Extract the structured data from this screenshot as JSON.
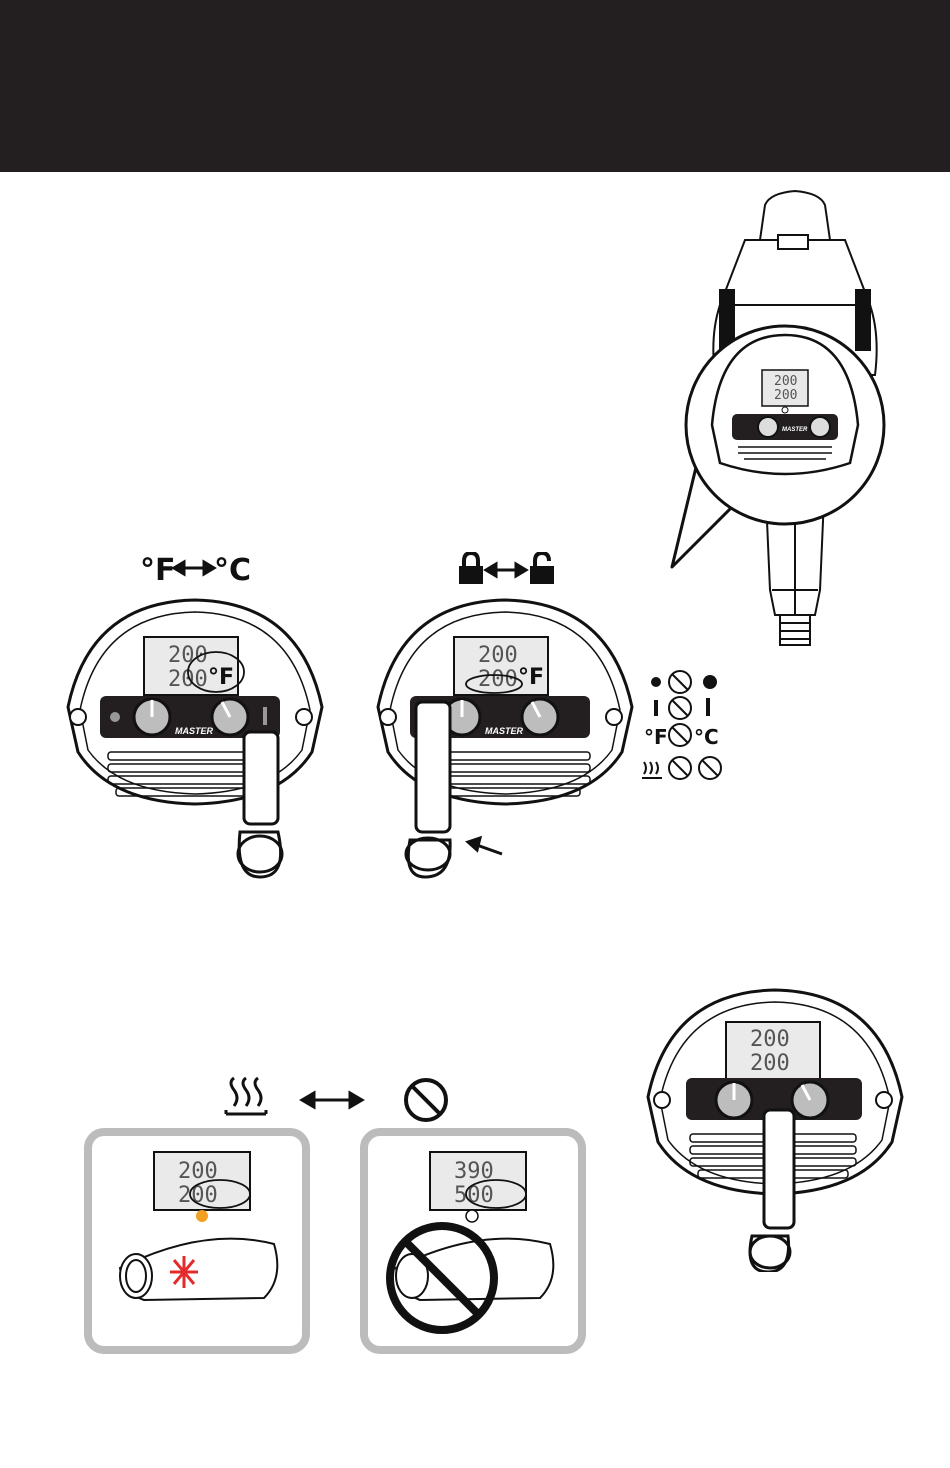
{
  "header": {
    "background": "#231f20"
  },
  "brand": "MASTER",
  "accent_color": "#f2a01f",
  "lcd": {
    "main": {
      "line1": "200",
      "line2": "200",
      "unit": "°F"
    },
    "small": {
      "line1": "200",
      "line2": "200"
    },
    "gun": {
      "line1": "200",
      "line2": "200"
    },
    "cooldown_on": {
      "line1": "200",
      "line2": "200"
    },
    "cooldown_off": {
      "line1": "390",
      "line2": "500"
    }
  },
  "unit_toggle": {
    "left": "°F",
    "right": "°C"
  },
  "legend": {
    "icons": [
      "fan-icon",
      "thermometer-icon",
      "unit-icon",
      "heat-icon"
    ],
    "temp_units": [
      "°F",
      "°C"
    ]
  }
}
